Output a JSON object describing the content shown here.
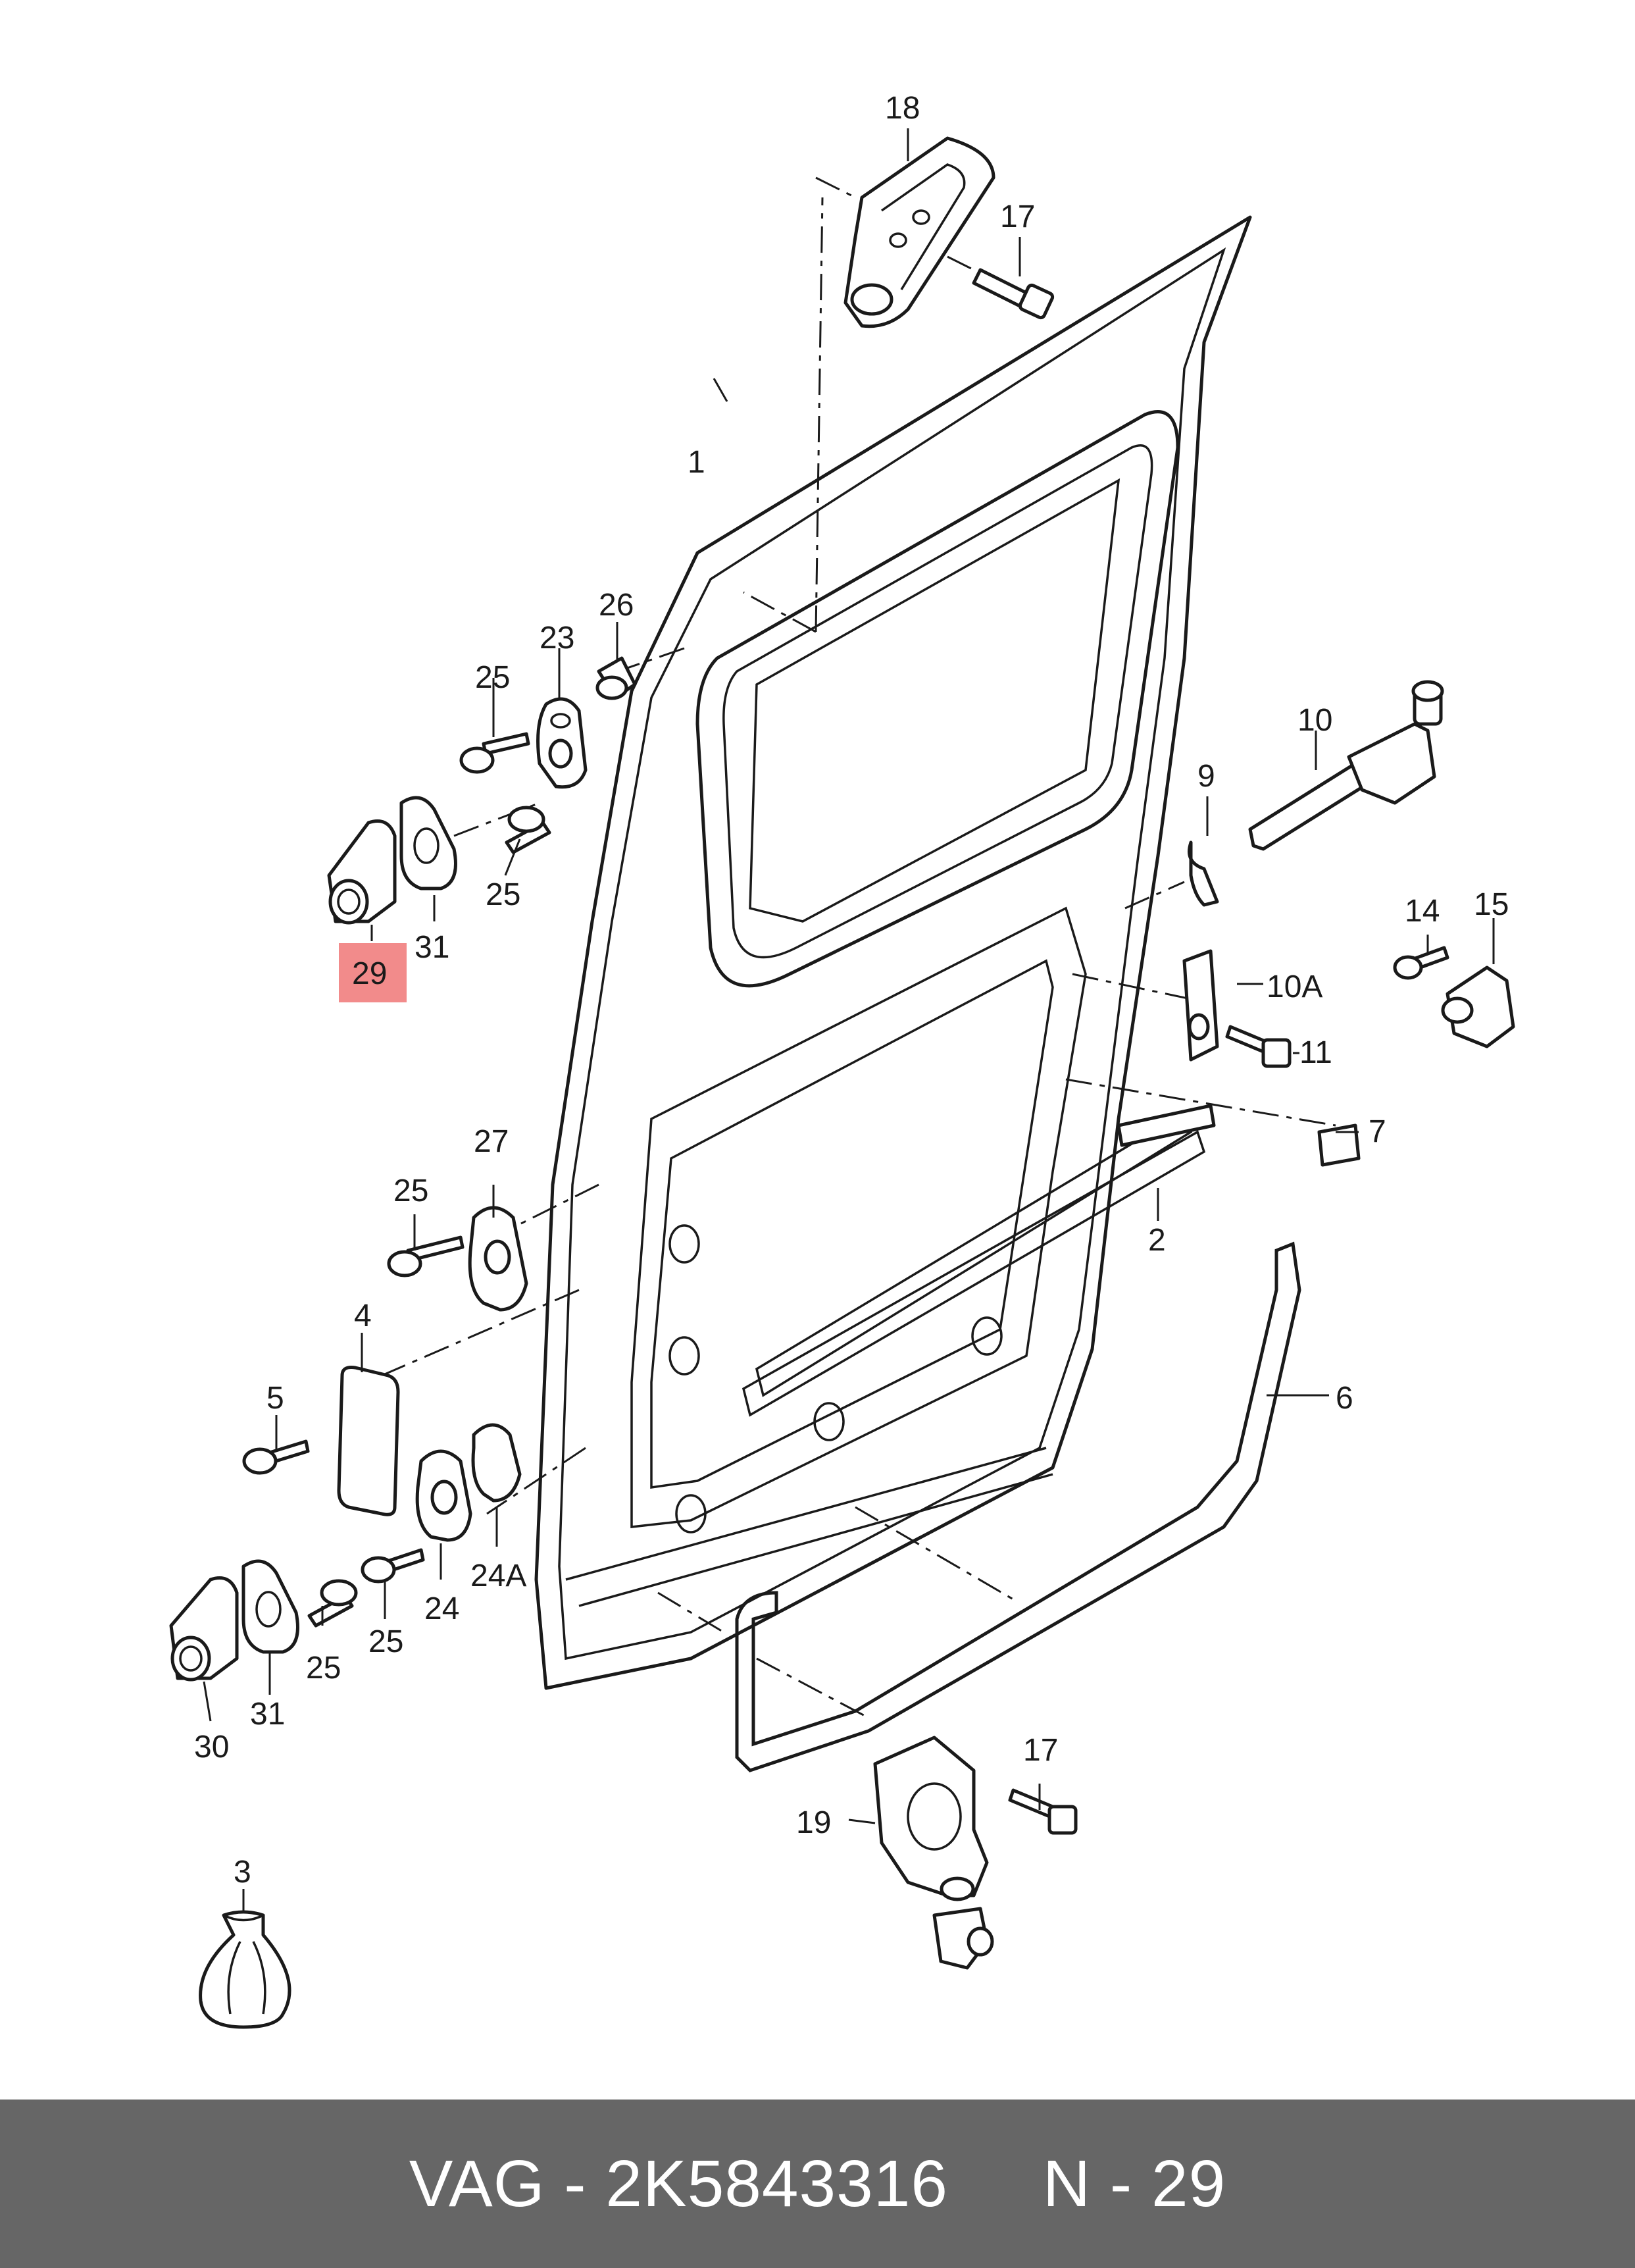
{
  "callouts": {
    "c1": "1",
    "c2": "2",
    "c3": "3",
    "c4": "4",
    "c5": "5",
    "c6": "6",
    "c7": "7",
    "c9": "9",
    "c10": "10",
    "c10a": "10A",
    "c11": "11",
    "c14": "14",
    "c15": "15",
    "c17a": "17",
    "c17b": "17",
    "c18": "18",
    "c19": "19",
    "c23": "23",
    "c24": "24",
    "c24a": "24A",
    "c25a": "25",
    "c25b": "25",
    "c25c": "25",
    "c25d": "25",
    "c25e": "25",
    "c26": "26",
    "c27": "27",
    "c29": "29",
    "c30": "30",
    "c31a": "31",
    "c31b": "31"
  },
  "highlight": {
    "color": "#f28b8b",
    "part": "29"
  },
  "footer": {
    "brand": "VAG",
    "part_number": "2K5843316",
    "position": "N - 29",
    "separator": " - "
  },
  "colors": {
    "footer_bg": "#666666",
    "footer_text": "#ffffff",
    "line": "#1a1a1a"
  }
}
